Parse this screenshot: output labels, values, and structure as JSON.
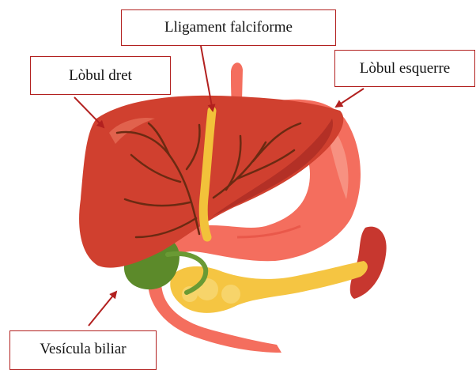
{
  "labels": {
    "falciform": "Lligament falciforme",
    "right_lobe": "Lòbul dret",
    "left_lobe": "Lòbul esquerre",
    "gallbladder": "Vesícula biliar"
  },
  "colors": {
    "box_border": "#b2201f",
    "arrow": "#b2201f",
    "liver": "#d0402f",
    "liver_dark": "#a62a22",
    "ligament": "#f2c23a",
    "gallbladder": "#5c8a2a",
    "stomach": "#f46e5e",
    "stomach_light": "#f79a8a",
    "pancreas": "#f5c542",
    "spleen": "#c7372f",
    "vessels": "#6b2a12",
    "duct": "#6a9a34"
  }
}
